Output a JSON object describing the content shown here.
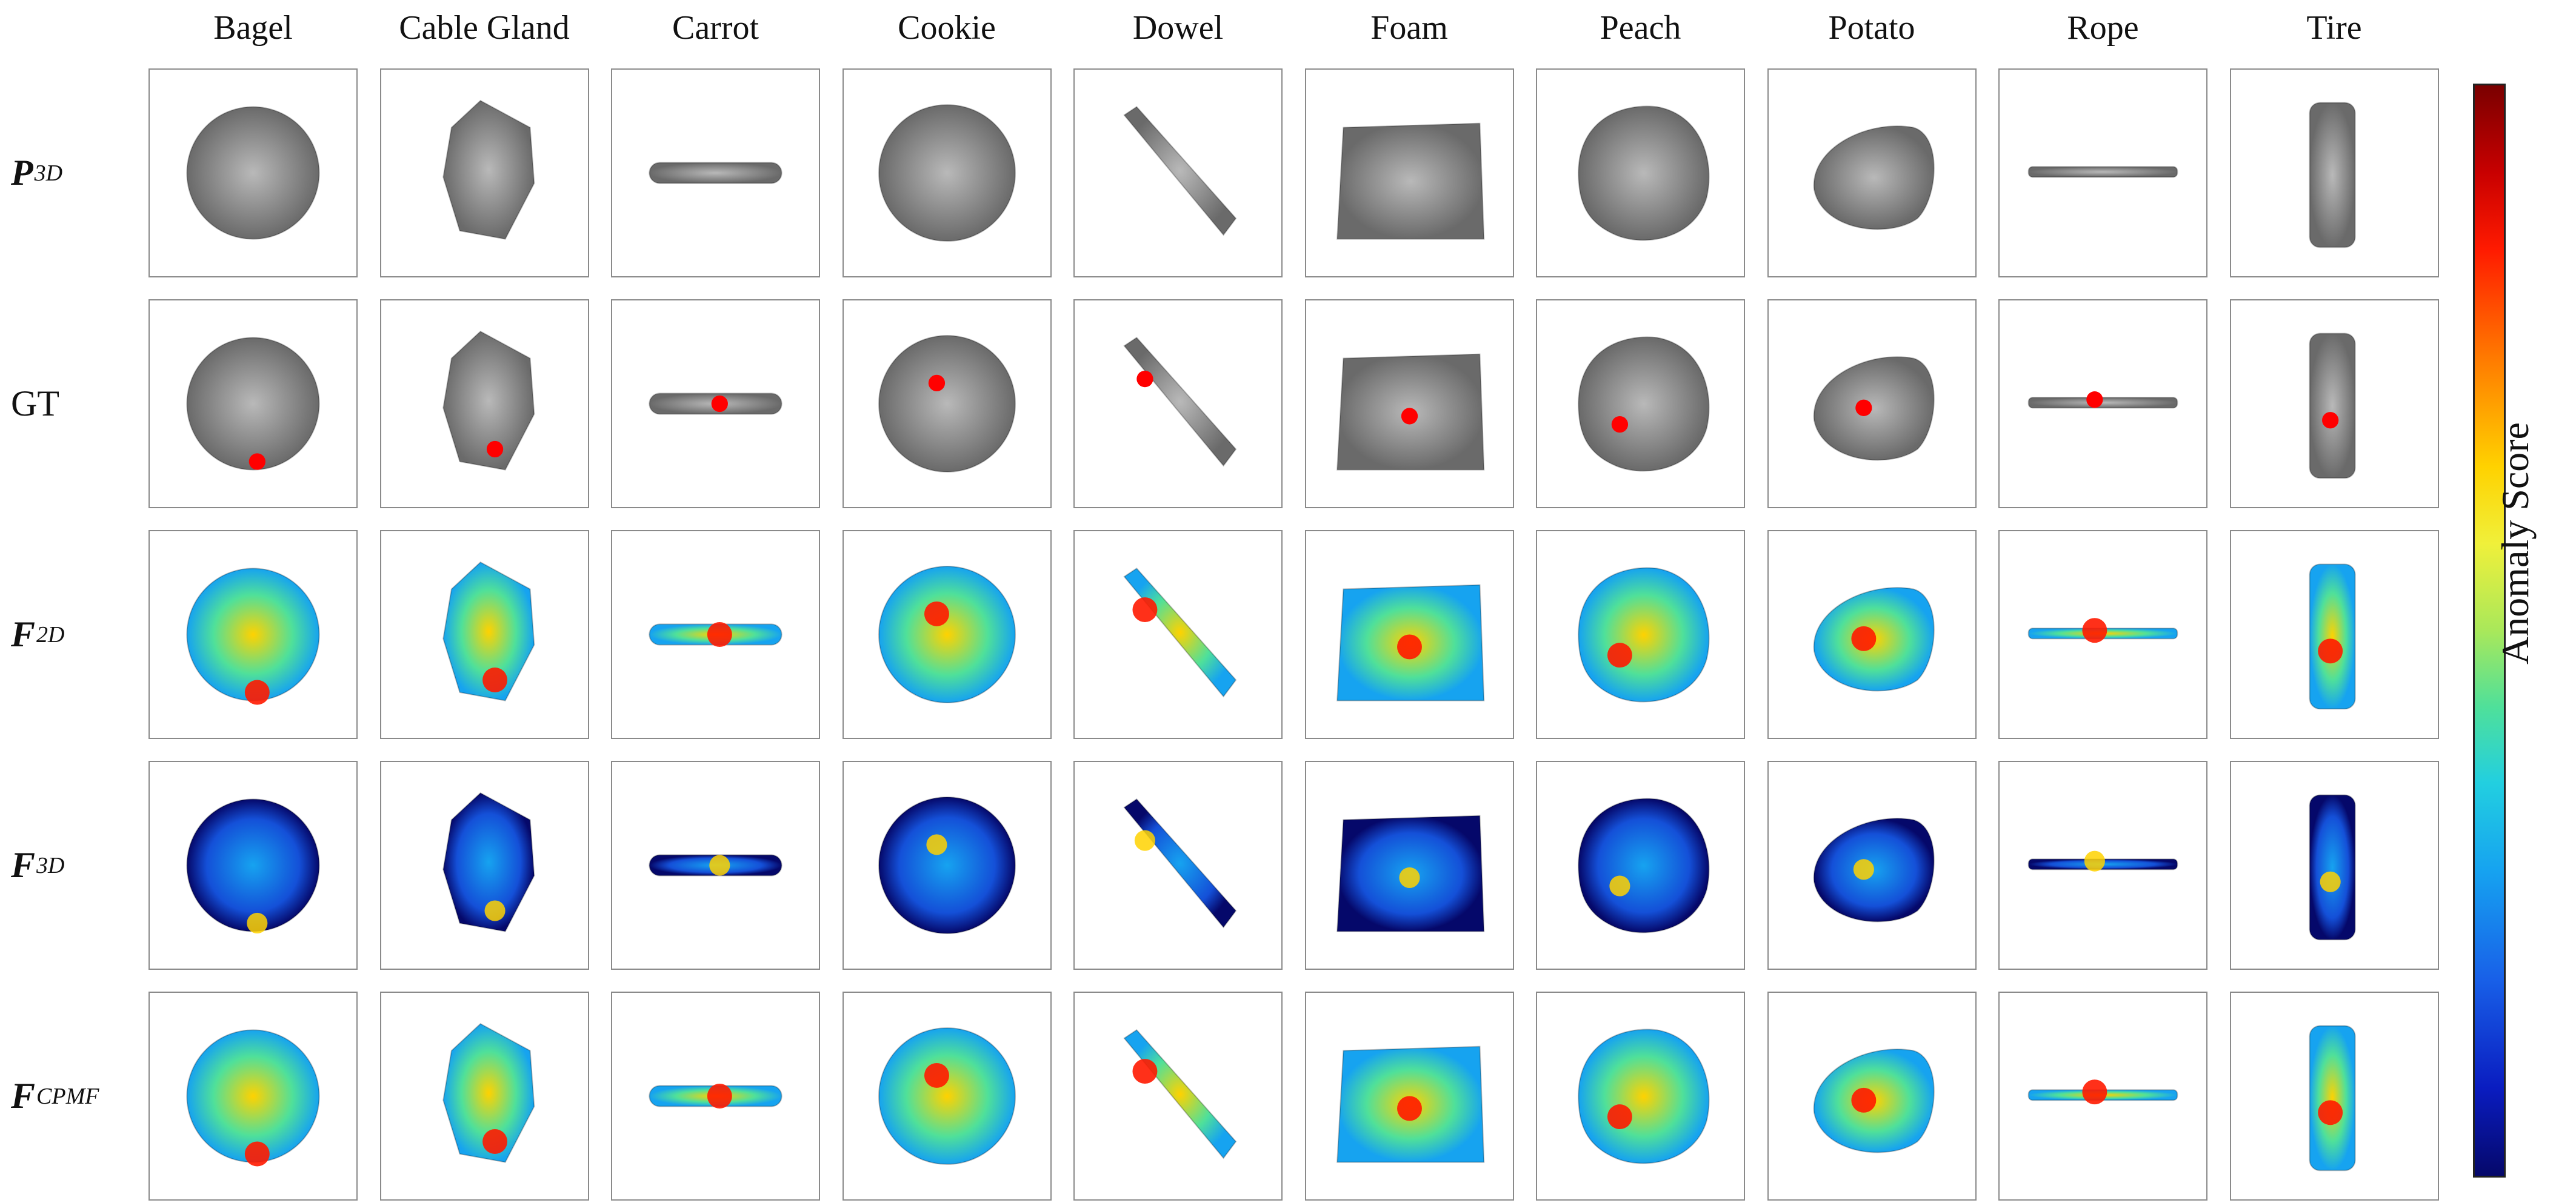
{
  "columns": [
    "Bagel",
    "Cable Gland",
    "Carrot",
    "Cookie",
    "Dowel",
    "Foam",
    "Peach",
    "Potato",
    "Rope",
    "Tire"
  ],
  "rows": [
    {
      "key": "p3d",
      "main": "P",
      "sub": "3D",
      "style": "bold-italic"
    },
    {
      "key": "gt",
      "main": "GT",
      "sub": "",
      "style": "plain"
    },
    {
      "key": "f2d",
      "main": "F",
      "sub": "2D",
      "style": "bold-italic"
    },
    {
      "key": "f3d",
      "main": "F",
      "sub": "3D",
      "style": "bold-italic"
    },
    {
      "key": "fcpmf",
      "main": "F",
      "sub": "CPMF",
      "style": "bold-italic"
    }
  ],
  "colorbar": {
    "label": "Anomaly Score",
    "colormap": "jet",
    "colors": [
      "#7a0000",
      "#ff1a00",
      "#ffd200",
      "#4fe09a",
      "#16a3f0",
      "#05086a"
    ]
  },
  "palette": {
    "gray": "#8f8f8f",
    "gray_dark": "#6a6a6a",
    "anomaly_red": "#ff0000",
    "cell_border": "#8a8a8a"
  }
}
